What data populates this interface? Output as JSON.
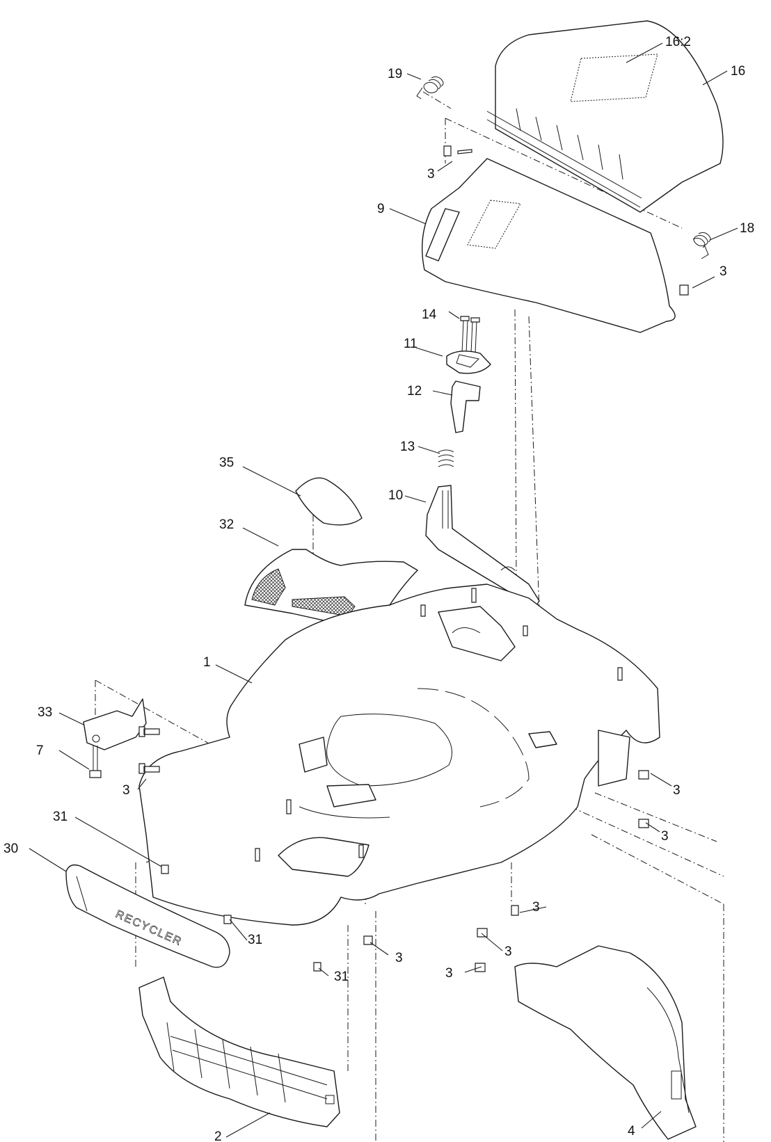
{
  "callouts": [
    {
      "id": "c-16-2",
      "text": "16:2"
    },
    {
      "id": "c-16",
      "text": "16"
    },
    {
      "id": "c-19",
      "text": "19"
    },
    {
      "id": "c-3a",
      "text": "3"
    },
    {
      "id": "c-9",
      "text": "9"
    },
    {
      "id": "c-18",
      "text": "18"
    },
    {
      "id": "c-3b",
      "text": "3"
    },
    {
      "id": "c-14",
      "text": "14"
    },
    {
      "id": "c-11",
      "text": "11"
    },
    {
      "id": "c-12",
      "text": "12"
    },
    {
      "id": "c-13",
      "text": "13"
    },
    {
      "id": "c-10",
      "text": "10"
    },
    {
      "id": "c-35",
      "text": "35"
    },
    {
      "id": "c-32",
      "text": "32"
    },
    {
      "id": "c-1",
      "text": "1"
    },
    {
      "id": "c-33",
      "text": "33"
    },
    {
      "id": "c-7",
      "text": "7"
    },
    {
      "id": "c-3c",
      "text": "3"
    },
    {
      "id": "c-3d",
      "text": "3"
    },
    {
      "id": "c-3e",
      "text": "3"
    },
    {
      "id": "c-31a",
      "text": "31"
    },
    {
      "id": "c-30",
      "text": "30"
    },
    {
      "id": "c-31b",
      "text": "31"
    },
    {
      "id": "c-3f",
      "text": "3"
    },
    {
      "id": "c-3g",
      "text": "3"
    },
    {
      "id": "c-3h",
      "text": "3"
    },
    {
      "id": "c-31c",
      "text": "31"
    },
    {
      "id": "c-3i",
      "text": "3"
    },
    {
      "id": "c-4",
      "text": "4"
    },
    {
      "id": "c-2",
      "text": "2"
    }
  ],
  "branding": {
    "deflector_text": "RECYCLER"
  }
}
